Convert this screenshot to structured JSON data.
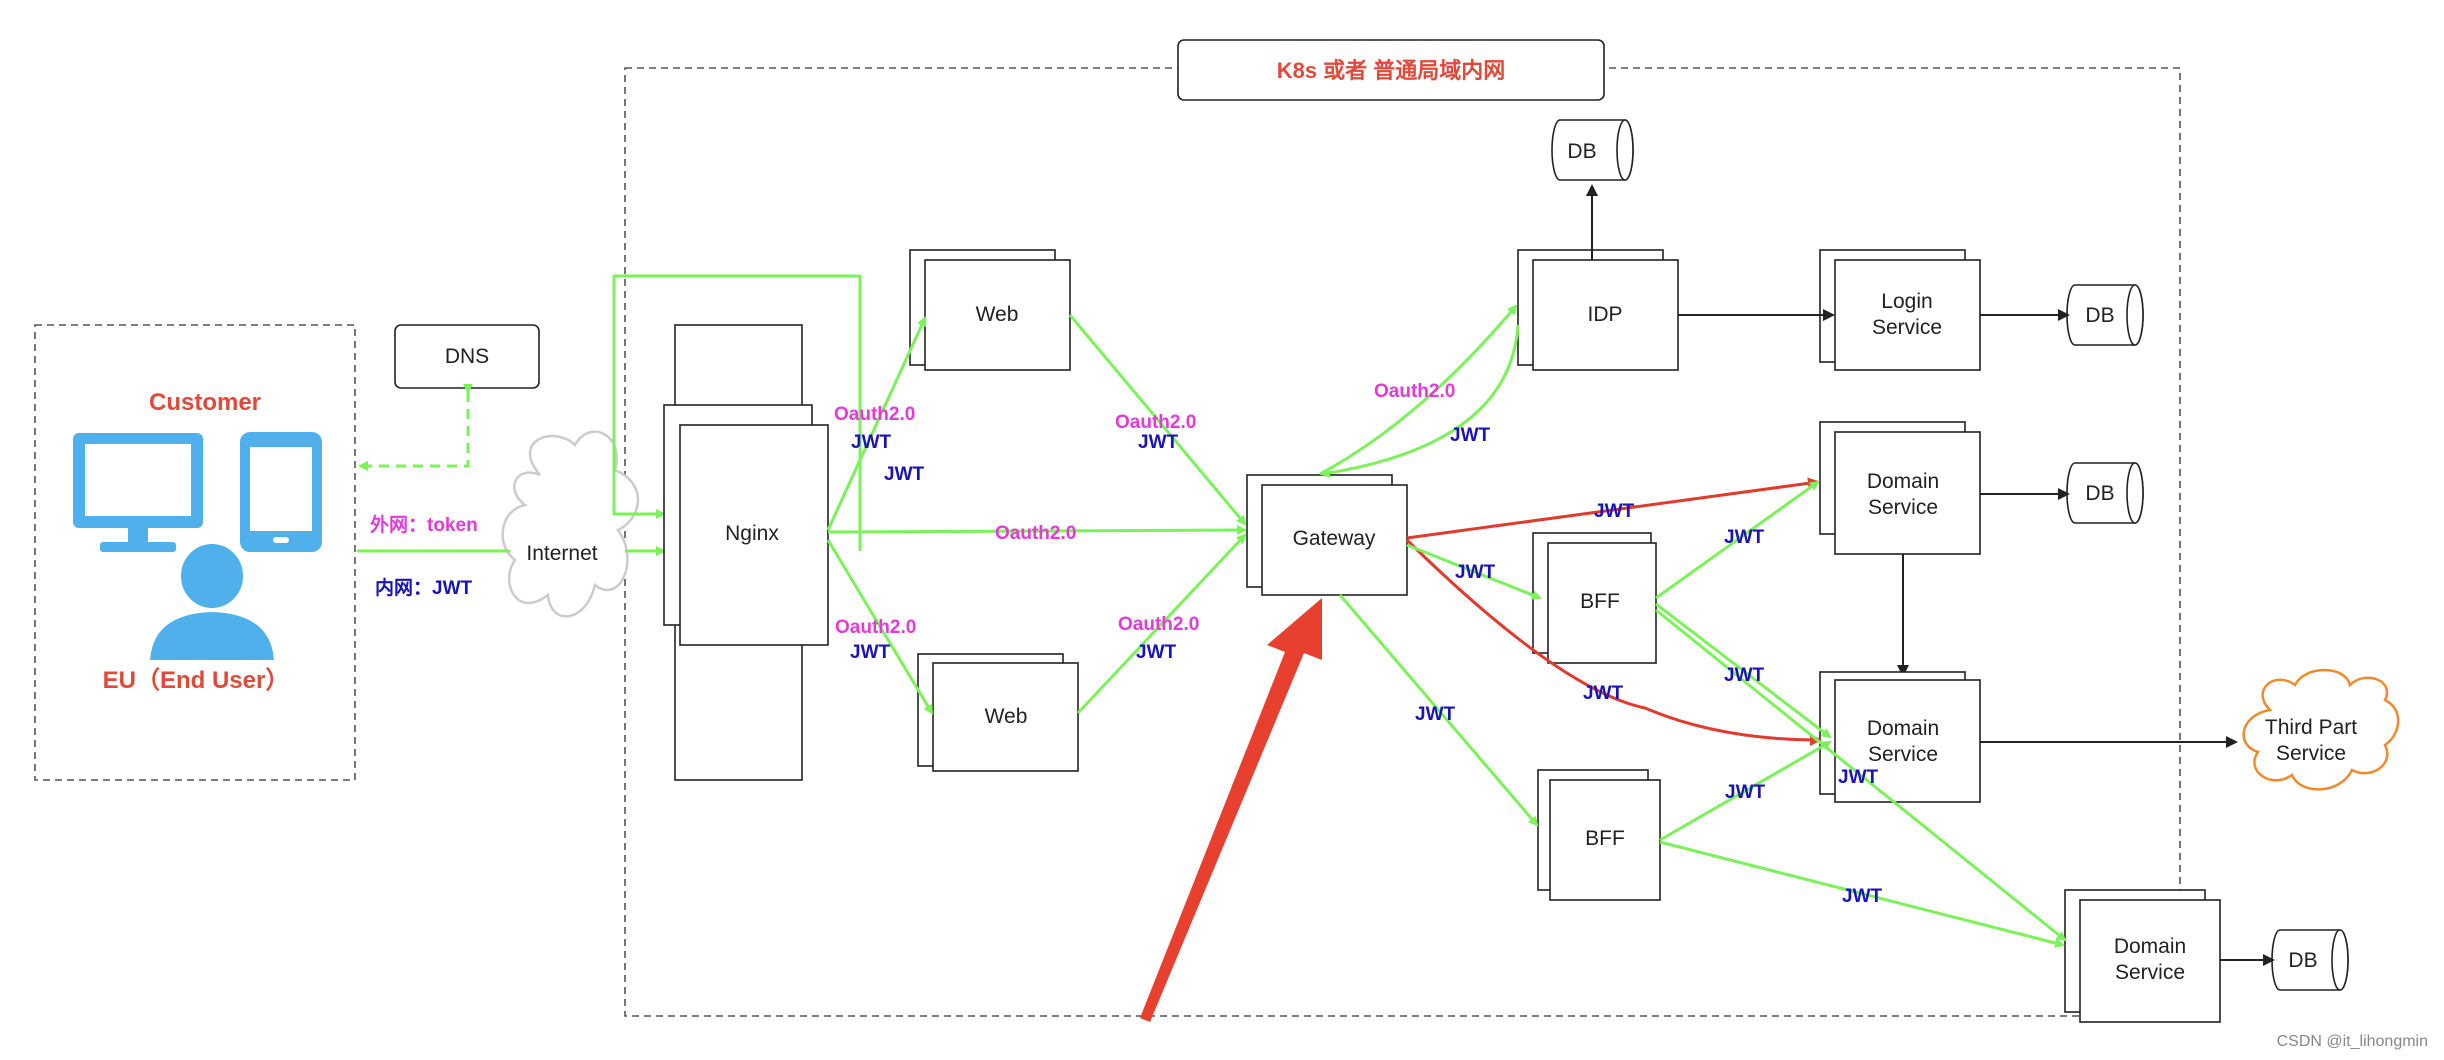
{
  "boundary_title": "K8s 或者 普通局域内网",
  "customer": {
    "title": "Customer",
    "subtitle": "EU（End User）"
  },
  "dns": "DNS",
  "internet": "Internet",
  "link_external": "外网：token",
  "link_internal": "内网：JWT",
  "nginx": "Nginx",
  "web_top": "Web",
  "web_bottom": "Web",
  "gateway": "Gateway",
  "idp": "IDP",
  "login_service": [
    "Login",
    "Service"
  ],
  "domain_service_1": [
    "Domain",
    "Service"
  ],
  "domain_service_2": [
    "Domain",
    "Service"
  ],
  "domain_service_3": [
    "Domain",
    "Service"
  ],
  "bff_1": "BFF",
  "bff_2": "BFF",
  "third_party": [
    "Third Part",
    "Service"
  ],
  "db_label": "DB",
  "oauth_label": "Oauth2.0",
  "jwt_label": "JWT",
  "watermark": "CSDN @it_lihongmin",
  "colors": {
    "green_link": "#7cf25a",
    "red_link": "#e03b2c",
    "oauth_text": "#e43ad8",
    "jwt_text": "#1a14b8",
    "title_red": "#e04a3a",
    "device_blue": "#4fb0ec",
    "cloud_orange": "#f08a2c"
  }
}
